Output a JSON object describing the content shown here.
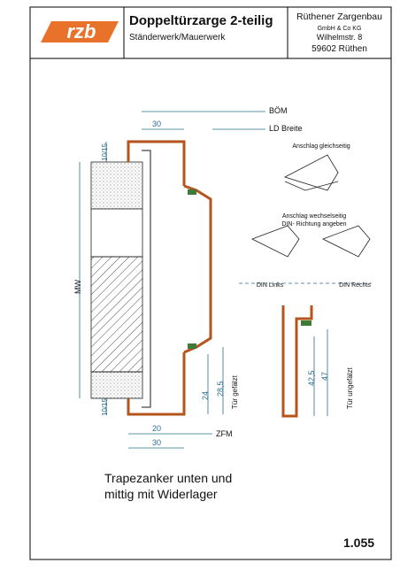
{
  "header": {
    "logo_text": "rzb",
    "title": "Doppeltürzarge 2-teilig",
    "subtitle": "Ständerwerk/Mauerwerk",
    "company_name": "Rüthener Zargenbau",
    "company_legal": "GmbH & Co KG",
    "company_street": "Wilhelmstr. 8",
    "company_city": "59602 Rüthen"
  },
  "drawing": {
    "labels": {
      "boem": "BÖM",
      "ld_breite": "LD Breite",
      "zfm": "ZFM",
      "mw": "MW",
      "tuer_gefaelzt": "Tür gefälzt",
      "tuer_ungefaelzt": "Tür ungefälzt"
    },
    "dimensions": {
      "top_30": "30",
      "bottom_20": "20",
      "bottom_30": "30",
      "side_10_15_top": "10/15",
      "side_10_15_bottom": "10/15",
      "d24": "24",
      "d28_5": "28,5",
      "d42_5": "42,5",
      "d47": "47"
    },
    "legend": {
      "anschlag_gleich": "Anschlag gleichseitig",
      "anschlag_wechsel_1": "Anschlag wechselseitig",
      "anschlag_wechsel_2": "DIN- Richtung angeben",
      "din_links": "DIN Links",
      "din_rechts": "DIN Rechts"
    },
    "colors": {
      "frame": "#b5541c",
      "dimension": "#2a6f8f",
      "seal_green": "#3f7a3a",
      "logo_orange": "#e8722a"
    }
  },
  "note": {
    "line1": "Trapezanker unten und",
    "line2": "mittig mit Widerlager"
  },
  "page_number": "1.055"
}
